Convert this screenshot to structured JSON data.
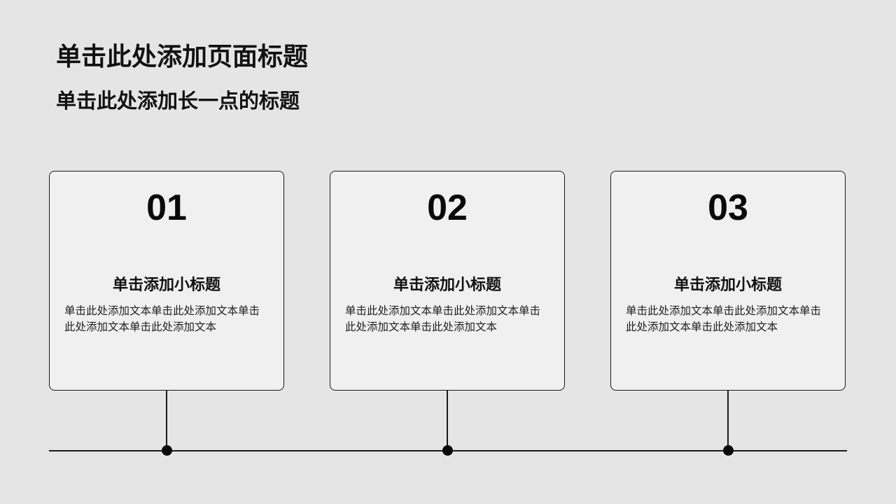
{
  "page": {
    "title": "单击此处添加页面标题",
    "subtitle": "单击此处添加长一点的标题"
  },
  "cards": [
    {
      "number": "01",
      "heading": "单击添加小标题",
      "body": "单击此处添加文本单击此处添加文本单击此处添加文本单击此处添加文本"
    },
    {
      "number": "02",
      "heading": "单击添加小标题",
      "body": "单击此处添加文本单击此处添加文本单击此处添加文本单击此处添加文本"
    },
    {
      "number": "03",
      "heading": "单击添加小标题",
      "body": "单击此处添加文本单击此处添加文本单击此处添加文本单击此处添加文本"
    }
  ],
  "colors": {
    "background": "#e5e5e5",
    "card_background": "#f0f0f0",
    "line": "#1a1a1a",
    "text": "#111111"
  }
}
